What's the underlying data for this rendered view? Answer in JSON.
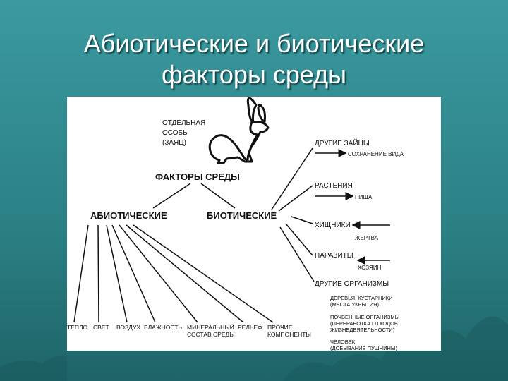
{
  "slide": {
    "title_line1": "Абиотические и биотические",
    "title_line2": "факторы среды"
  },
  "diagram": {
    "individual": [
      "ОТДЕЛЬНАЯ",
      "ОСОБЬ",
      "(ЗАЯЦ)"
    ],
    "center": "ФАКТОРЫ СРЕДЫ",
    "abiotic": "АБИОТИЧЕСКИЕ",
    "biotic": "БИОТИЧЕСКИЕ",
    "abiotic_factors": [
      {
        "id": "teplo",
        "lines": [
          "ТЕПЛО"
        ]
      },
      {
        "id": "svet",
        "lines": [
          "СВЕТ"
        ]
      },
      {
        "id": "vozduh",
        "lines": [
          "ВОЗДУХ"
        ]
      },
      {
        "id": "vlazhnost",
        "lines": [
          "ВЛАЖНОСТЬ"
        ]
      },
      {
        "id": "mineral",
        "lines": [
          "МИНЕРАЛЬНЫЙ",
          "СОСТАВ СРЕДЫ"
        ]
      },
      {
        "id": "relef",
        "lines": [
          "РЕЛЬЕФ"
        ]
      },
      {
        "id": "prochie",
        "lines": [
          "ПРОЧИЕ",
          "КОМПОНЕНТЫ"
        ]
      }
    ],
    "biotic_factors": [
      {
        "id": "zaicy",
        "label": "ДРУГИЕ ЗАЙЦЫ",
        "sub": "СОХРАНЕНИЕ ВИДА"
      },
      {
        "id": "rasteniya",
        "label": "РАСТЕНИЯ",
        "sub": "ПИЩА"
      },
      {
        "id": "hishniki",
        "label": "ХИЩНИКИ",
        "sub": "ЖЕРТВА"
      },
      {
        "id": "parazity",
        "label": "ПАРАЗИТЫ",
        "sub": "ХОЗЯИН"
      },
      {
        "id": "drugie",
        "label": "ДРУГИЕ ОРГАНИЗМЫ",
        "sub": ""
      }
    ],
    "other_organisms": [
      [
        "ДЕРЕВЬЯ, КУСТАРНИКИ",
        "(МЕСТА УКРЫТИЯ)"
      ],
      [
        "ПОЧВЕННЫЕ ОРГАНИЗМЫ",
        "(ПЕРЕРАБОТКА ОТХОДОВ",
        "ЖИЗНЕДЕЯТЕЛЬНОСТИ)"
      ],
      [
        "ЧЕЛОВЕК",
        "(ДОБЫВАНИЕ ПУШНИНЫ)"
      ]
    ]
  }
}
